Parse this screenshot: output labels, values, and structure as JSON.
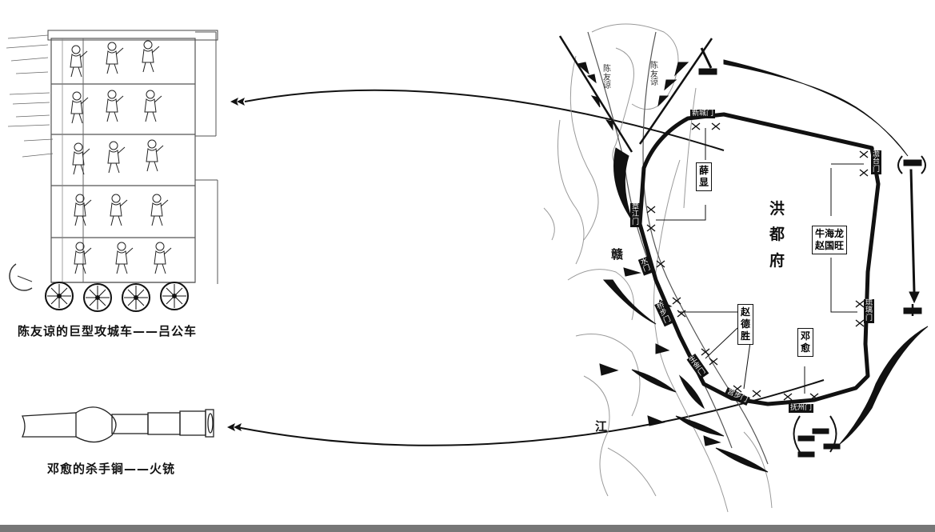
{
  "captions": {
    "siege_vehicle": "陈友谅的巨型攻城车——吕公车",
    "fire_lance": "邓愈的杀手锏——火铳"
  },
  "map": {
    "city_name": [
      "洪",
      "都",
      "府"
    ],
    "river_labels": {
      "gan": "赣",
      "jiang": "江"
    },
    "enemy_labels": [
      {
        "chars": [
          "陈",
          "友",
          "谅"
        ]
      },
      {
        "chars": [
          "陈",
          "友",
          "谅"
        ]
      }
    ],
    "gates": {
      "xincheng": "新城门",
      "zhangjiang": [
        "章",
        "江",
        "门"
      ],
      "shui": [
        "水",
        "门"
      ],
      "qiaobu": [
        "桥",
        "步",
        "门"
      ],
      "shengjin": [
        "生",
        "金",
        "门"
      ],
      "gongbu": "宫步门",
      "fuzhou": "抚州门",
      "liuli": [
        "琉",
        "璃",
        "门"
      ],
      "tantai": [
        "澹",
        "台",
        "门"
      ]
    },
    "defenders": {
      "xue_xian": [
        "薛",
        "显"
      ],
      "niu_zhao": [
        "牛海龙",
        "赵国旺"
      ],
      "zhao_desheng": [
        "赵",
        "德",
        "胜"
      ],
      "deng_yu": [
        "邓",
        "愈"
      ]
    }
  },
  "colors": {
    "ink": "#111111",
    "terrain": "#9a9a9a",
    "rule": "#777777"
  }
}
